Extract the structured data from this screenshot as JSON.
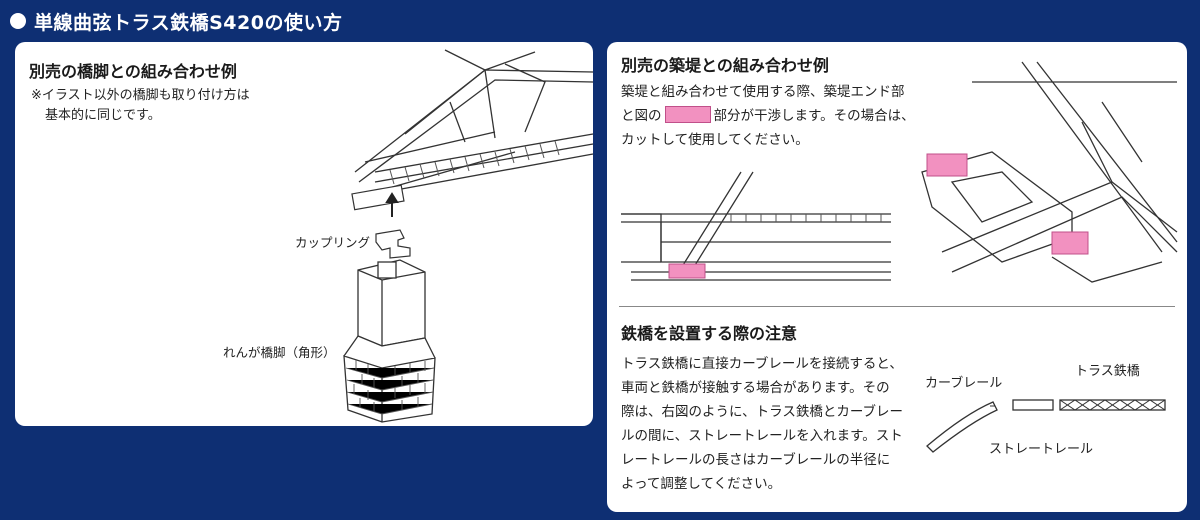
{
  "header": {
    "title": "単線曲弦トラス鉄橋S420の使い方"
  },
  "left": {
    "title": "別売の橋脚との組み合わせ例",
    "note_line1": "※イラスト以外の橋脚も取り付け方は",
    "note_line2": "基本的に同じです。",
    "label_coupling": "カップリング",
    "label_pier": "れんが橋脚（角形）"
  },
  "right_top": {
    "title": "別売の築堤との組み合わせ例",
    "line1": "築堤と組み合わせて使用する際、築堤エンド部",
    "line2_pre": "と図の",
    "line2_post": "部分が干渉します。その場合は、",
    "line3": "カットして使用してください。"
  },
  "right_bottom": {
    "title": "鉄橋を設置する際の注意",
    "lines": [
      "トラス鉄橋に直接カーブレールを接続すると、",
      "車両と鉄橋が接触する場合があります。その",
      "際は、右図のように、トラス鉄橋とカーブレー",
      "ルの間に、ストレートレールを入れます。スト",
      "レートレールの長さはカーブレールの半径に",
      "よって調整してください。"
    ],
    "label_curve": "カーブレール",
    "label_truss": "トラス鉄橋",
    "label_straight": "ストレートレール"
  },
  "colors": {
    "background": "#0e2f73",
    "panel": "#ffffff",
    "highlight": "#f291c0"
  }
}
